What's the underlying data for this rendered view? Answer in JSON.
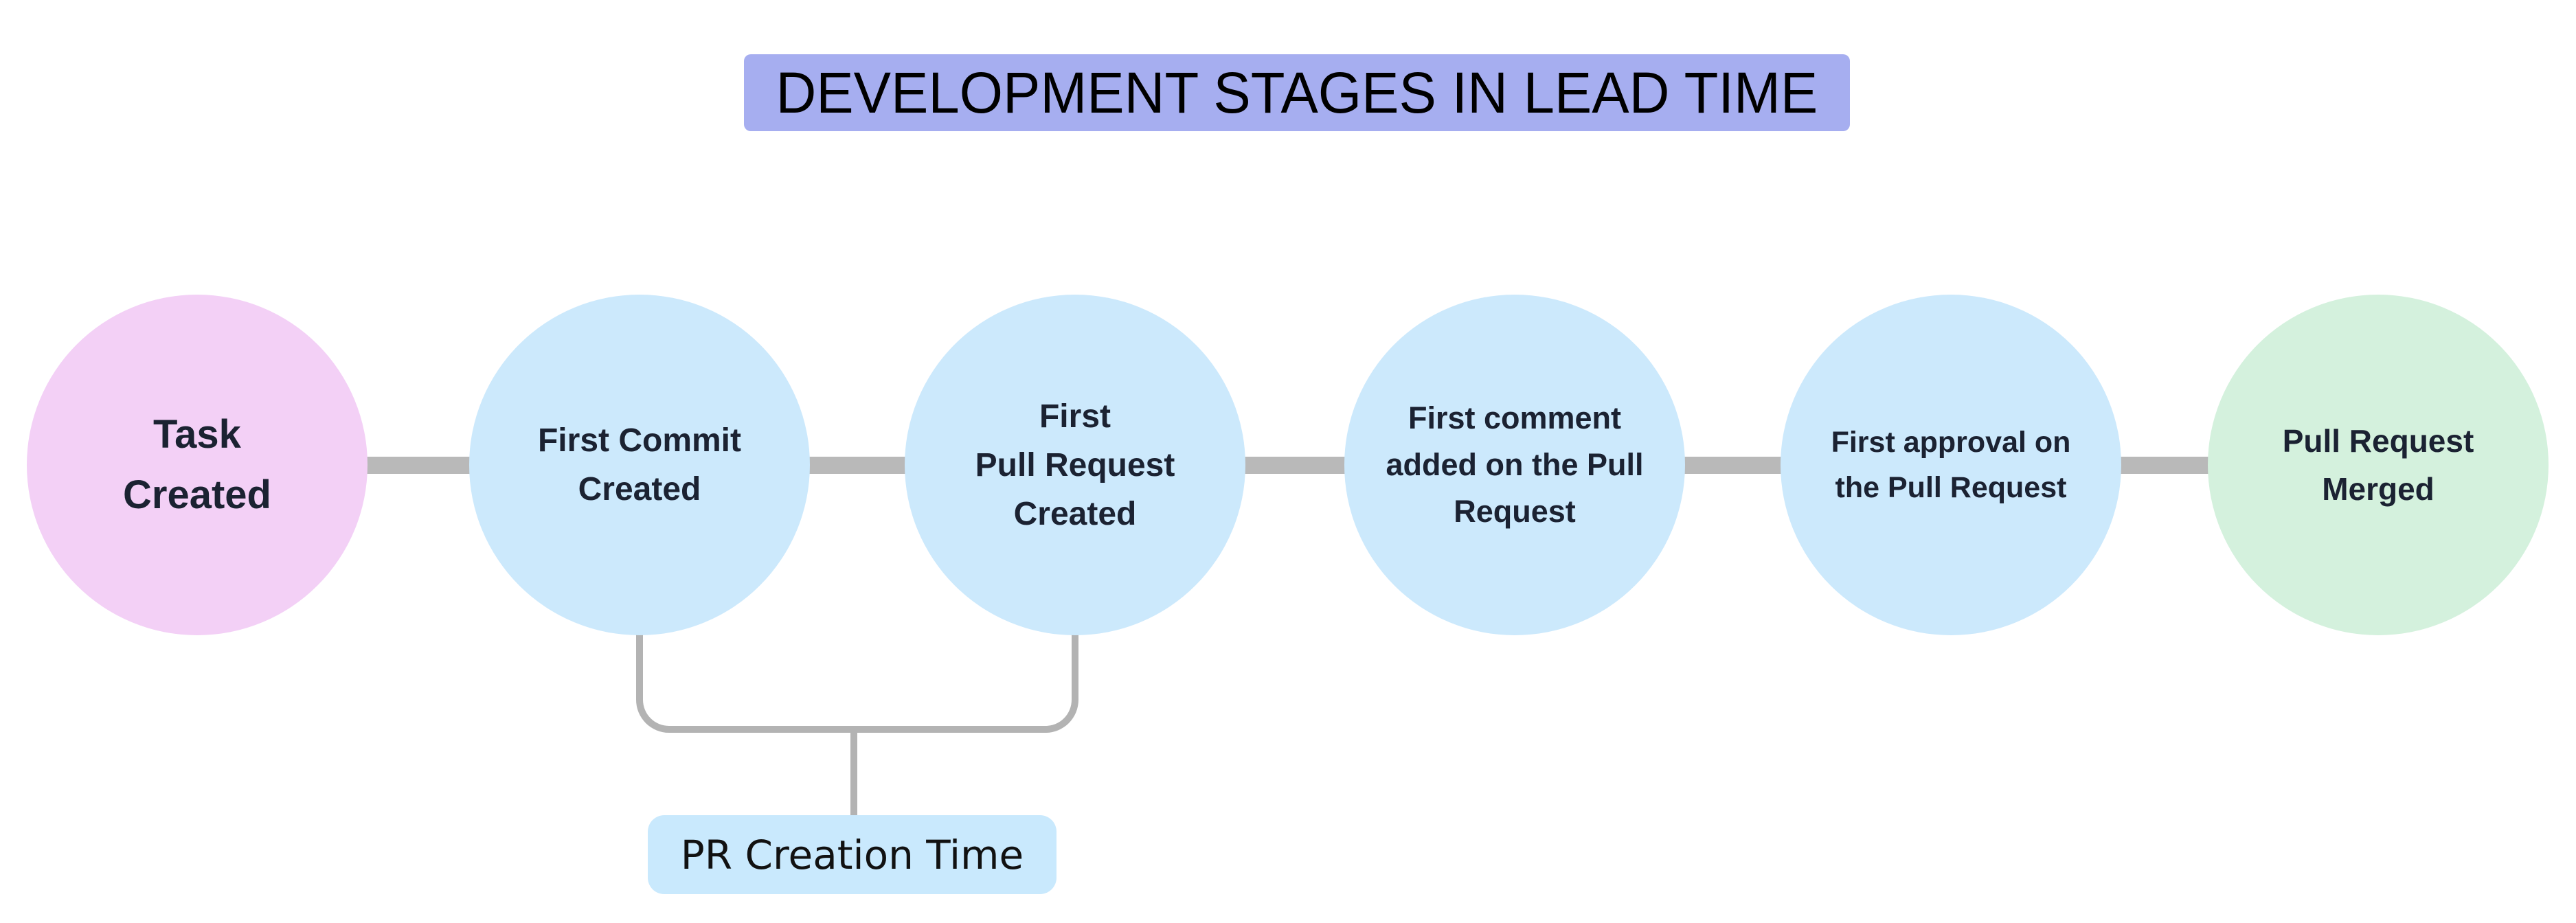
{
  "diagram": {
    "title": "DEVELOPMENT STAGES IN LEAD TIME",
    "stages": [
      {
        "id": "task-created",
        "label": "Task\nCreated",
        "fill": "#f3d0f6"
      },
      {
        "id": "first-commit-created",
        "label": "First Commit\nCreated",
        "fill": "#cce9fc"
      },
      {
        "id": "first-pull-request-created",
        "label": "First\nPull Request\nCreated",
        "fill": "#cce9fc"
      },
      {
        "id": "first-comment-added",
        "label": "First comment\nadded on the Pull\nRequest",
        "fill": "#cce9fc"
      },
      {
        "id": "first-approval",
        "label": "First approval on\nthe Pull Request",
        "fill": "#cce9fc"
      },
      {
        "id": "pull-request-merged",
        "label": "Pull Request\nMerged",
        "fill": "#d4f1dd"
      }
    ],
    "annotation": {
      "label": "PR Creation Time",
      "fill": "#c9e9fd",
      "spans_stages": [
        "first-commit-created",
        "first-pull-request-created"
      ]
    },
    "colors": {
      "title_bg": "#a6aef0",
      "title_text": "#000000",
      "stage_text": "#1b2232",
      "connector": "#b9b9b9",
      "bracket": "#b3b3b3",
      "annotation_text": "#111111",
      "background": "#ffffff"
    }
  }
}
